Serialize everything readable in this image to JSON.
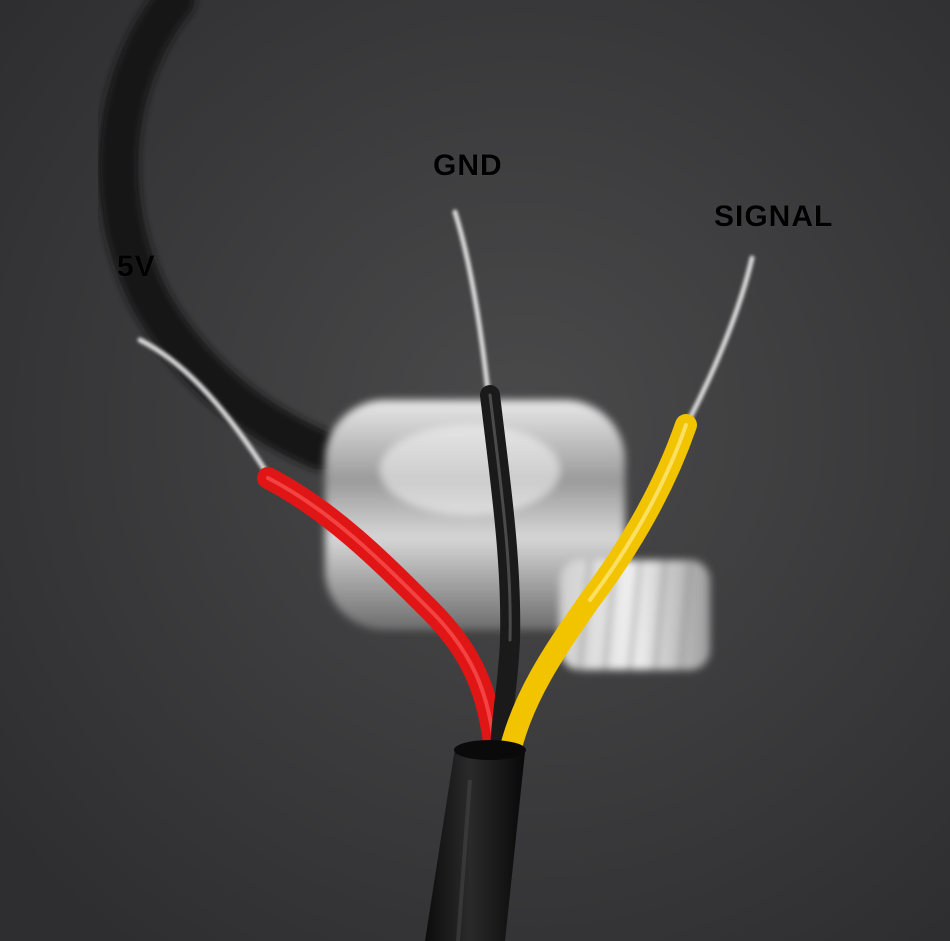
{
  "labels": {
    "power": "5V",
    "ground": "GND",
    "signal": "SIGNAL"
  },
  "colors": {
    "background": "#3a3a3b",
    "power_wire": "#e01515",
    "ground_wire": "#1a1a1a",
    "signal_wire": "#f2c400",
    "cable_jacket": "#111111",
    "metal": "#bdbdbd",
    "label_text": "#000000"
  },
  "icons": [
    "pressure-sensor-body",
    "cable-jacket"
  ]
}
